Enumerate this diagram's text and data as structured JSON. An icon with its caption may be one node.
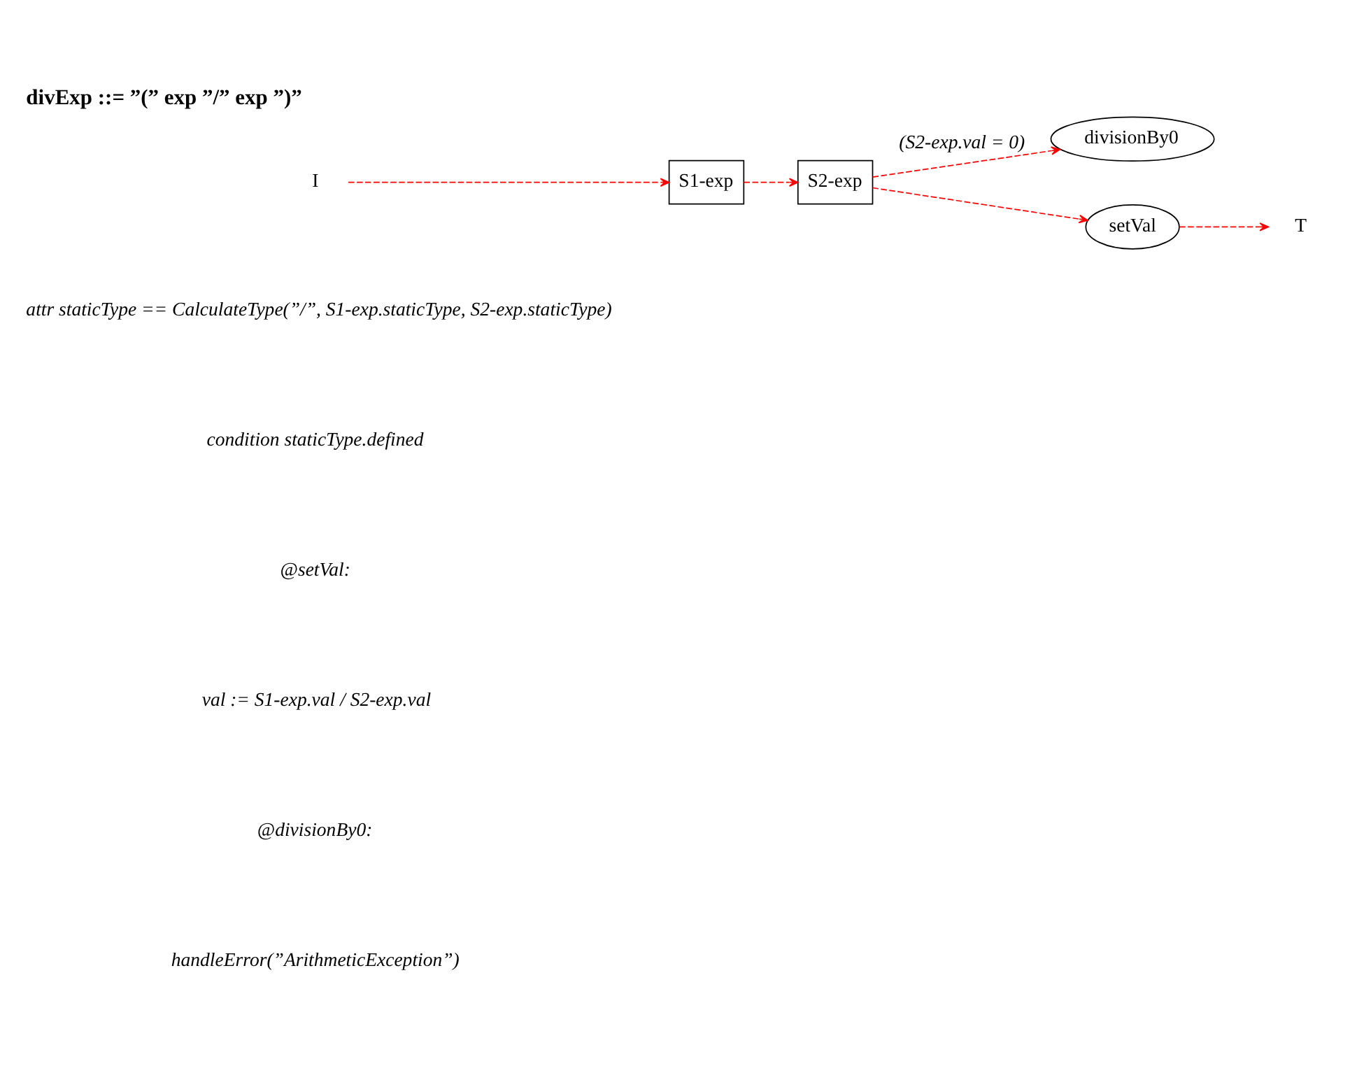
{
  "diagram": {
    "title": "divExp ::= ”(” exp ”/” exp ”)”",
    "nodes": [
      {
        "text": [
          "I"
        ]
      },
      {
        "text": [
          "S1-exp"
        ]
      },
      {
        "text": [
          "S2-exp"
        ]
      },
      {
        "text": [
          "divisionBy0"
        ]
      },
      {
        "text": [
          "setVal"
        ]
      },
      {
        "text": [
          "T"
        ]
      }
    ],
    "edges": [
      {
        "from": 0,
        "to": 1,
        "arrow": "to",
        "style": "dashed"
      },
      {
        "from": 1,
        "to": 2,
        "arrow": "to",
        "style": "dashed"
      },
      {
        "from": 2,
        "to": 3,
        "arrow": "to",
        "style": "dashed",
        "label": "(S2-exp.val = 0)"
      },
      {
        "from": 2,
        "to": 4,
        "arrow": "to",
        "style": "dashed"
      },
      {
        "from": 4,
        "to": 5,
        "arrow": "to",
        "style": "dashed"
      }
    ],
    "labels": [
      "attr staticType == CalculateType(”/”, S1-exp.staticType, S2-exp.staticType)",
      "condition staticType.defined",
      "@setVal:",
      "val := S1-exp.val / S2-exp.val",
      "@divisionBy0:",
      "handleError(”ArithmeticException”)"
    ]
  }
}
